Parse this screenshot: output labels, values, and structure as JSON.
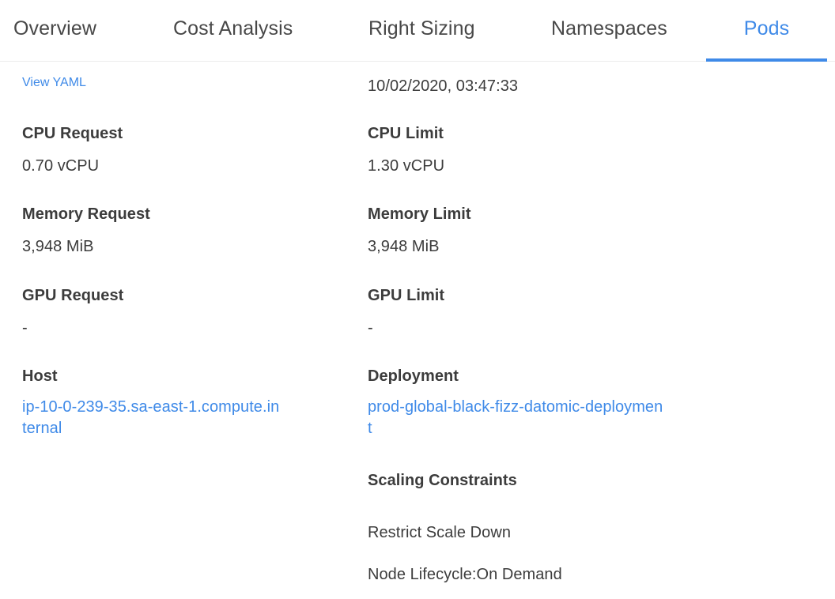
{
  "tabs": [
    {
      "label": "Overview",
      "active": false
    },
    {
      "label": "Cost Analysis",
      "active": false
    },
    {
      "label": "Right Sizing",
      "active": false
    },
    {
      "label": "Namespaces",
      "active": false
    },
    {
      "label": "Pods",
      "active": true
    }
  ],
  "colors": {
    "accent": "#3f8ae8",
    "link": "#3f8ae8",
    "text": "#3c3c3c",
    "tab_inactive": "#484848",
    "divider": "#ececec"
  },
  "details": {
    "view_yaml_link": "View YAML",
    "timestamp": "10/02/2020, 03:47:33",
    "left": [
      {
        "label": "CPU Request",
        "value": "0.70 vCPU"
      },
      {
        "label": "Memory Request",
        "value": "3,948 MiB"
      },
      {
        "label": "GPU Request",
        "value": "-"
      },
      {
        "label": "Host",
        "value": "ip-10-0-239-35.sa-east-1.compute.internal"
      }
    ],
    "right": [
      {
        "label": "CPU Limit",
        "value": "1.30 vCPU"
      },
      {
        "label": "Memory Limit",
        "value": "3,948 MiB"
      },
      {
        "label": "GPU Limit",
        "value": "-"
      },
      {
        "label": "Deployment",
        "value": "prod-global-black-fizz-datomic-deployment"
      }
    ],
    "scaling": {
      "label": "Scaling Constraints",
      "items": [
        "Restrict Scale Down",
        "Node Lifecycle:On Demand"
      ]
    }
  }
}
